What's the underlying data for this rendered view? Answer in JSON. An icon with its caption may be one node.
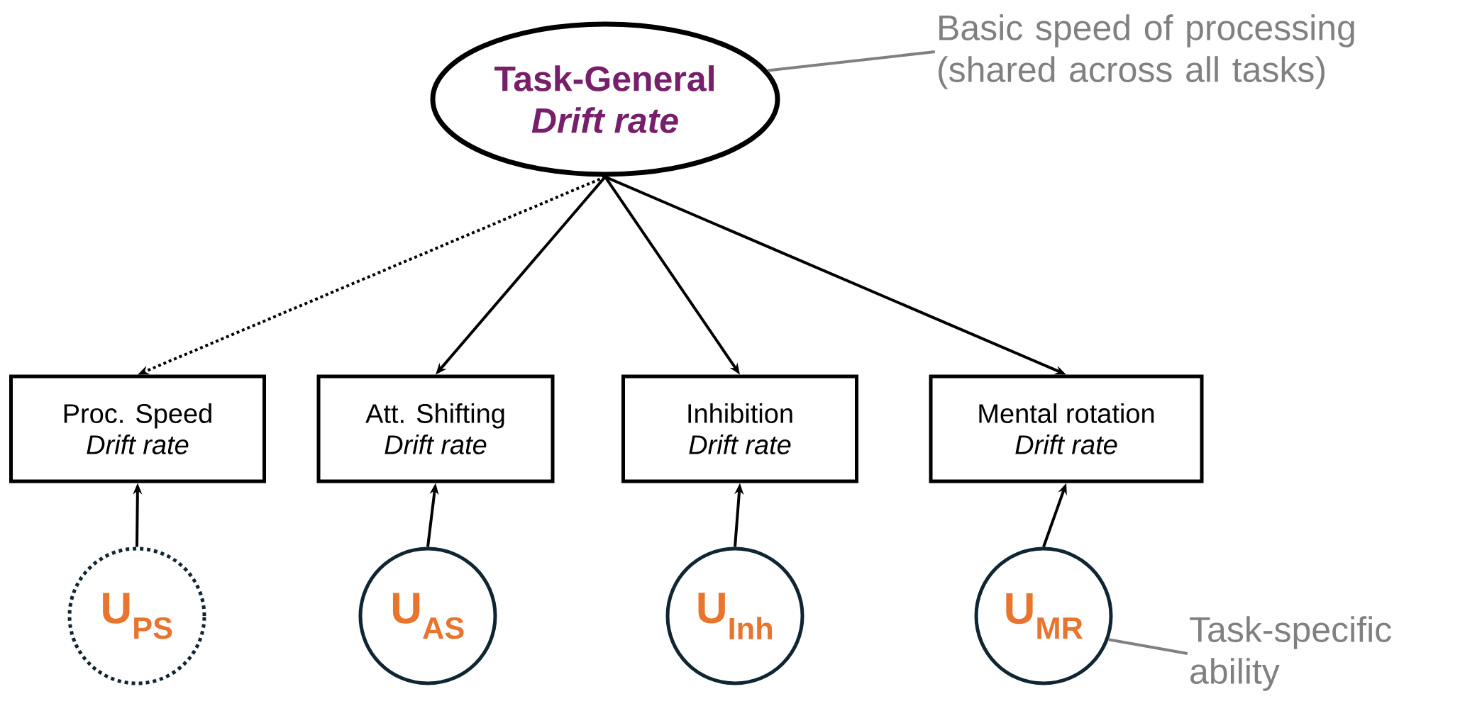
{
  "diagram": {
    "nodes": [
      {
        "text": [
          "Task-General",
          "Drift rate"
        ]
      },
      {
        "text": [
          "Basic speed of processing (shared across all tasks)"
        ]
      },
      {
        "text": [
          "Proc. Speed",
          "Drift rate"
        ]
      },
      {
        "text": [
          "Att. Shifting",
          "Drift rate"
        ]
      },
      {
        "text": [
          "Inhibition",
          "Drift rate"
        ]
      },
      {
        "text": [
          "Mental rotation",
          "Drift rate"
        ]
      },
      {
        "text": [
          "U$_{PS}$"
        ]
      },
      {
        "text": [
          "U$_{AS}$"
        ]
      },
      {
        "text": [
          "U$_{Inh}$"
        ]
      },
      {
        "text": [
          "U$_{MR}$"
        ]
      },
      {
        "text": [
          "Task-specific ability"
        ]
      }
    ],
    "edges": [
      {
        "from": 0,
        "to": 2,
        "arrow": "to",
        "style": "dashed"
      },
      {
        "from": 0,
        "to": 3,
        "arrow": "to"
      },
      {
        "from": 0,
        "to": 4,
        "arrow": "to"
      },
      {
        "from": 0,
        "to": 5,
        "arrow": "to"
      },
      {
        "from": 6,
        "to": 2,
        "arrow": "to"
      },
      {
        "from": 7,
        "to": 3,
        "arrow": "to"
      },
      {
        "from": 8,
        "to": 4,
        "arrow": "to"
      },
      {
        "from": 9,
        "to": 5,
        "arrow": "to"
      },
      {
        "from": 1,
        "to": 0,
        "arrow": "none",
        "color": "#808080"
      },
      {
        "from": 10,
        "to": 9,
        "arrow": "none",
        "color": "#808080"
      }
    ]
  }
}
